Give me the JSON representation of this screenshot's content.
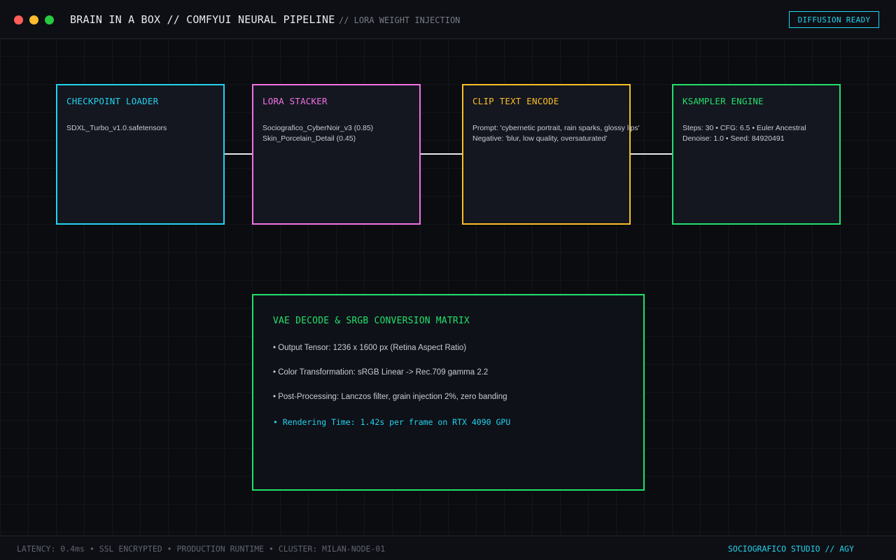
{
  "header": {
    "title": "BRAIN IN A BOX // COMFYUI NEURAL PIPELINE",
    "subtitle": "// LORA WEIGHT INJECTION",
    "status_badge": "DIFFUSION READY"
  },
  "window_controls": [
    "close",
    "minimize",
    "maximize"
  ],
  "nodes": [
    {
      "title": "CHECKPOINT LOADER",
      "lines": [
        "SDXL_Turbo_v1.0.safetensors"
      ],
      "color": "#22d3ee"
    },
    {
      "title": "LORA STACKER",
      "lines": [
        "Sociografico_CyberNoir_v3 (0.85)",
        "Skin_Porcelain_Detail (0.45)"
      ],
      "color": "#f472e6"
    },
    {
      "title": "CLIP TEXT ENCODE",
      "lines": [
        "Prompt: 'cybernetic portrait, rain sparks, glossy lips'",
        "Negative: 'blur, low quality, oversaturated'"
      ],
      "color": "#fbbf24"
    },
    {
      "title": "KSAMPLER ENGINE",
      "lines": [
        "Steps: 30 • CFG: 6.5 • Euler Ancestral",
        "Denoise: 1.0 • Seed: 84920491"
      ],
      "color": "#22e06b"
    }
  ],
  "vae_panel": {
    "title": "VAE DECODE & SRGB CONVERSION MATRIX",
    "items": [
      "• Output Tensor: 1236 x 1600 px (Retina Aspect Ratio)",
      "• Color Transformation: sRGB Linear -> Rec.709 gamma 2.2",
      "• Post-Processing: Lanczos filter, grain injection 2%, zero banding",
      "• Rendering Time: 1.42s per frame on RTX 4090 GPU"
    ],
    "color": "#22e06b",
    "highlight_color": "#22d3ee"
  },
  "footer": {
    "left": "LATENCY: 0.4ms • SSL ENCRYPTED • PRODUCTION RUNTIME • CLUSTER: MILAN-NODE-01",
    "right": "SOCIOGRAFICO STUDIO // AGY"
  }
}
